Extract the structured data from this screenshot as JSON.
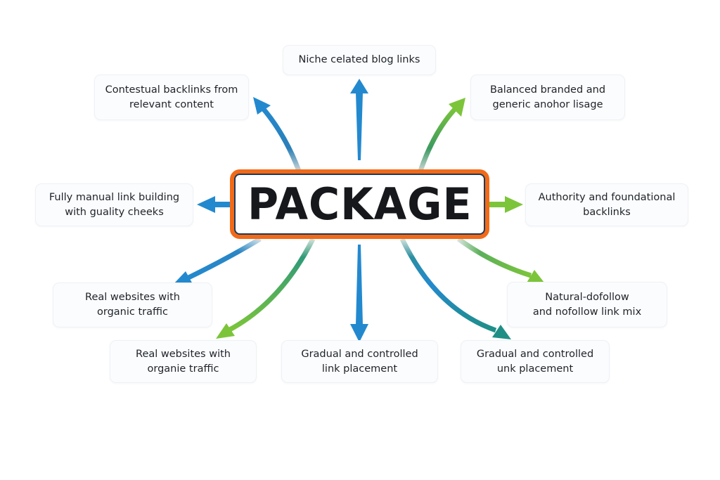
{
  "center": {
    "label": "PACKAGE",
    "border_color": "#f26a18",
    "inner_border_color": "#1d3a5c"
  },
  "colors": {
    "blue": "#2389cf",
    "green": "#7cc53a",
    "teal": "#1f8f86",
    "mid_green": "#3aa06a"
  },
  "nodes": [
    {
      "id": "niche",
      "text": "Niche celated blog links"
    },
    {
      "id": "contextual",
      "text": "Contestual backlinks from\nrelevant content"
    },
    {
      "id": "anchor",
      "text": "Balanced branded and\ngeneric anohor lisage"
    },
    {
      "id": "manual",
      "text": "Fully manual link building\nwith guality cheeks"
    },
    {
      "id": "authority",
      "text": "Authority and foundational\nbacklinks"
    },
    {
      "id": "real1",
      "text": "Real websites with\norganic traffic"
    },
    {
      "id": "natural",
      "text": "Natural-dofollow\nand nofollow link mix"
    },
    {
      "id": "real2",
      "text": "Real websites with\norganie traffic"
    },
    {
      "id": "gradual1",
      "text": "Gradual and controlled\nlink placement"
    },
    {
      "id": "gradual2",
      "text": "Gradual and controlled\nunk placement"
    }
  ]
}
